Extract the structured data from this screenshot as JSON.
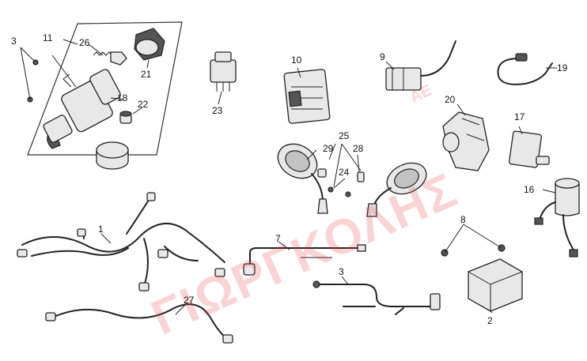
{
  "labels": {
    "l1": "1",
    "l2": "2",
    "l3a": "3",
    "l3b": "3",
    "l7": "7",
    "l8": "8",
    "l9": "9",
    "l10": "10",
    "l11": "11",
    "l16": "16",
    "l17": "17",
    "l18": "18",
    "l19": "19",
    "l20": "20",
    "l21": "21",
    "l22": "22",
    "l23": "23",
    "l24": "24",
    "l25": "25",
    "l26": "26",
    "l27": "27",
    "l28": "28",
    "l29": "29"
  },
  "watermark": {
    "main": "ΓΙΩΡΓΚΟΛΗΣ",
    "suffix": "ΑΕ"
  },
  "colors": {
    "watermark": "#e63b3b",
    "line": "#222222",
    "part_fill": "#e8e8e8"
  }
}
